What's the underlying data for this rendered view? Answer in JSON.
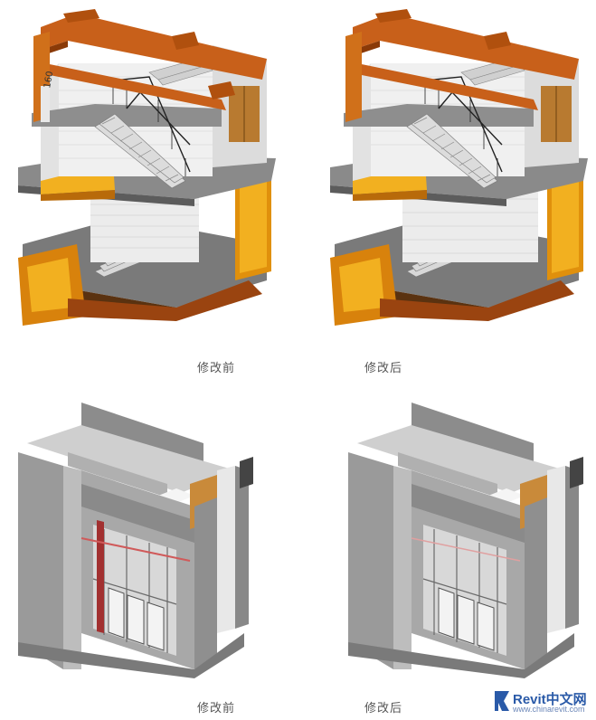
{
  "captions": {
    "top_left": "修改前",
    "top_right": "修改后",
    "bottom_left": "修改前",
    "bottom_right": "修改后"
  },
  "model_label": "160",
  "watermark": {
    "brand": "Revit中文网",
    "url": "www.chinarevit.com"
  },
  "colors": {
    "beam": "#c05a12",
    "beam_dark": "#8a3a08",
    "slab": "#8e8e8e",
    "wall": "#e8e8e8",
    "yellow": "#f0b020",
    "door": "#b07830",
    "facade": "#9a9a9a",
    "column_red": "#a03030"
  }
}
